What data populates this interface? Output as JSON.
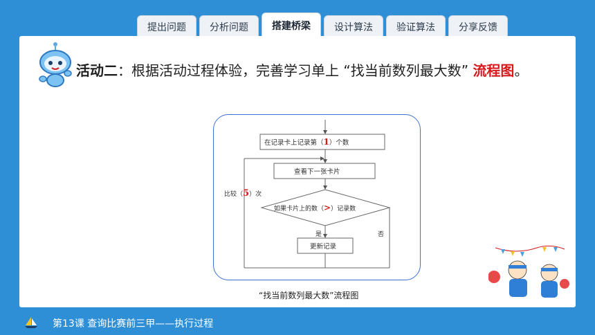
{
  "tabs": [
    {
      "label": "提出问题",
      "active": false
    },
    {
      "label": "分析问题",
      "active": false
    },
    {
      "label": "搭建桥梁",
      "active": true
    },
    {
      "label": "设计算法",
      "active": false
    },
    {
      "label": "验证算法",
      "active": false
    },
    {
      "label": "分享反馈",
      "active": false
    }
  ],
  "title": {
    "bold": "活动二",
    "text": "：根据活动过程体验，完善学习单上 “找当前数列最大数” ",
    "red": "流程图",
    "end": "。"
  },
  "flowchart": {
    "box1": "在记录卡上记录第（",
    "box1_answer": "1",
    "box1_end": "）个数",
    "box2": "查看下一张卡片",
    "diamond": "如果卡片上的数（",
    "diamond_answer": ">",
    "diamond_end": "）记录数",
    "yes": "是",
    "no": "否",
    "box3": "更新记录",
    "loop_label": "比较（",
    "loop_answer": "5",
    "loop_end": "）次"
  },
  "caption": "“找当前数列最大数”流程图",
  "footer": {
    "lesson": "第13课   查询比赛前三甲——执行过程"
  },
  "colors": {
    "background": "#2f8fd6",
    "accent_red": "#d7191c",
    "box_border": "#3b6fd1"
  }
}
